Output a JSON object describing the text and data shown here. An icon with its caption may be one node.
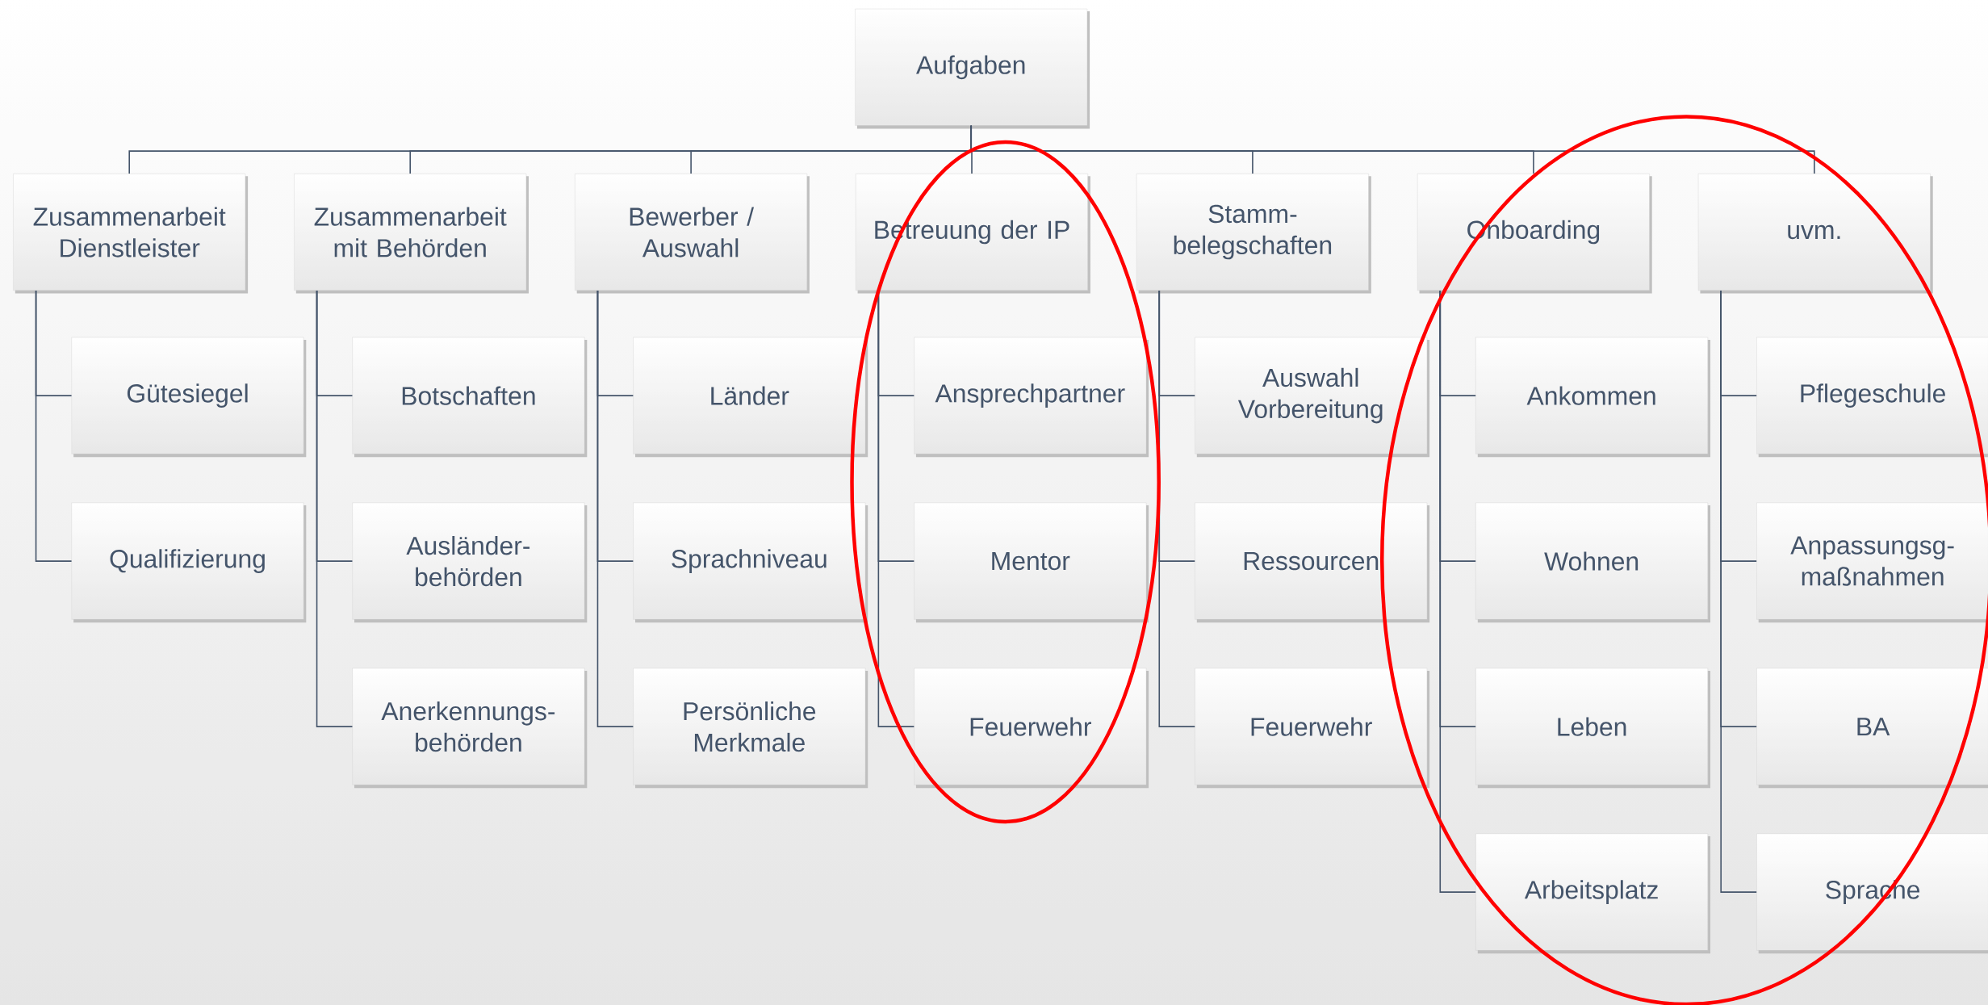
{
  "diagram": {
    "nodes": [
      {
        "text": [
          "Aufgaben"
        ]
      },
      {
        "text": [
          "Zusammenarbeit Dienstleister"
        ]
      },
      {
        "text": [
          "Gütesiegel"
        ]
      },
      {
        "text": [
          "Qualifizierung"
        ]
      },
      {
        "text": [
          "Zusammenarbeit mit Behörden"
        ]
      },
      {
        "text": [
          "Botschaften"
        ]
      },
      {
        "text": [
          "Ausländer- behörden"
        ]
      },
      {
        "text": [
          "Anerkennungs- behörden"
        ]
      },
      {
        "text": [
          "Bewerber / Auswahl"
        ]
      },
      {
        "text": [
          "Länder"
        ]
      },
      {
        "text": [
          "Sprachniveau"
        ]
      },
      {
        "text": [
          "Persönliche Merkmale"
        ]
      },
      {
        "text": [
          "Betreuung der IP"
        ]
      },
      {
        "text": [
          "Ansprechpartner"
        ]
      },
      {
        "text": [
          "Mentor"
        ]
      },
      {
        "text": [
          "Feuerwehr"
        ]
      },
      {
        "text": [
          "Stamm- belegschaften"
        ]
      },
      {
        "text": [
          "Auswahl Vorbereitung"
        ]
      },
      {
        "text": [
          "Ressourcen"
        ]
      },
      {
        "text": [
          "Feuerwehr"
        ]
      },
      {
        "text": [
          "Onboarding"
        ]
      },
      {
        "text": [
          "Ankommen"
        ]
      },
      {
        "text": [
          "Wohnen"
        ]
      },
      {
        "text": [
          "Leben"
        ]
      },
      {
        "text": [
          "Arbeitsplatz"
        ]
      },
      {
        "text": [
          "uvm."
        ]
      },
      {
        "text": [
          "Pflegeschule"
        ]
      },
      {
        "text": [
          "Anpassungsg- maßnahmen"
        ]
      },
      {
        "text": [
          "BA"
        ]
      },
      {
        "text": [
          "Sprache"
        ]
      }
    ],
    "edges": [
      {
        "from": 0,
        "to": 1,
        "arrow": "none"
      },
      {
        "from": 0,
        "to": 4,
        "arrow": "none"
      },
      {
        "from": 0,
        "to": 8,
        "arrow": "none"
      },
      {
        "from": 0,
        "to": 12,
        "arrow": "none"
      },
      {
        "from": 0,
        "to": 16,
        "arrow": "none"
      },
      {
        "from": 0,
        "to": 20,
        "arrow": "none"
      },
      {
        "from": 0,
        "to": 25,
        "arrow": "none"
      },
      {
        "from": 1,
        "to": 2,
        "arrow": "none"
      },
      {
        "from": 1,
        "to": 3,
        "arrow": "none"
      },
      {
        "from": 4,
        "to": 5,
        "arrow": "none"
      },
      {
        "from": 4,
        "to": 6,
        "arrow": "none"
      },
      {
        "from": 4,
        "to": 7,
        "arrow": "none"
      },
      {
        "from": 8,
        "to": 9,
        "arrow": "none"
      },
      {
        "from": 8,
        "to": 10,
        "arrow": "none"
      },
      {
        "from": 8,
        "to": 11,
        "arrow": "none"
      },
      {
        "from": 12,
        "to": 13,
        "arrow": "none"
      },
      {
        "from": 12,
        "to": 14,
        "arrow": "none"
      },
      {
        "from": 12,
        "to": 15,
        "arrow": "none"
      },
      {
        "from": 16,
        "to": 17,
        "arrow": "none"
      },
      {
        "from": 16,
        "to": 18,
        "arrow": "none"
      },
      {
        "from": 16,
        "to": 19,
        "arrow": "none"
      },
      {
        "from": 20,
        "to": 21,
        "arrow": "none"
      },
      {
        "from": 20,
        "to": 22,
        "arrow": "none"
      },
      {
        "from": 20,
        "to": 23,
        "arrow": "none"
      },
      {
        "from": 20,
        "to": 24,
        "arrow": "none"
      },
      {
        "from": 25,
        "to": 26,
        "arrow": "none"
      },
      {
        "from": 25,
        "to": 27,
        "arrow": "none"
      },
      {
        "from": 25,
        "to": 28,
        "arrow": "none"
      },
      {
        "from": 25,
        "to": 29,
        "arrow": "none"
      }
    ]
  }
}
